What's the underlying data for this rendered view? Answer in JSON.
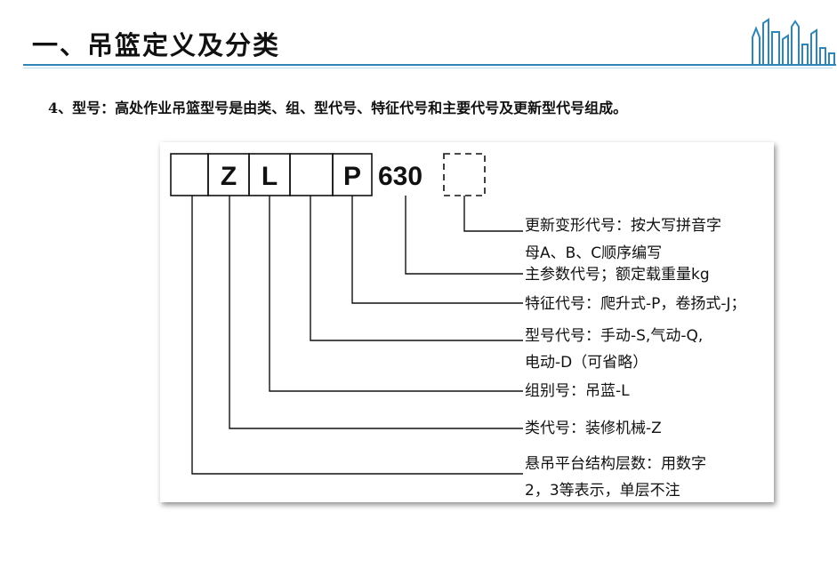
{
  "header": {
    "title": "一、吊篮定义及分类"
  },
  "intro": {
    "text": "4、型号：高处作业吊篮型号是由类、组、型代号、特征代号和主要代号及更新型代号组成。"
  },
  "model_code": {
    "cells": [
      "",
      "Z",
      "L",
      "",
      "P"
    ],
    "suffix": "630",
    "labels": [
      {
        "lines": [
          "更新变形代号：按大写拼音字",
          "母A、B、C顺序编写"
        ]
      },
      {
        "lines": [
          "主参数代号；额定载重量kg"
        ]
      },
      {
        "lines": [
          "特征代号：爬升式-P，卷扬式-J；"
        ]
      },
      {
        "lines": [
          "型号代号：手动-S,气动-Q,",
          "电动-D（可省略）"
        ]
      },
      {
        "lines": [
          "组别号：吊蓝-L"
        ]
      },
      {
        "lines": [
          "类代号：装修机械-Z"
        ]
      },
      {
        "lines": [
          "悬吊平台结构层数：用数字",
          "2，3等表示，单层不注"
        ]
      }
    ]
  },
  "colors": {
    "accent": "#2f86b6",
    "accent_light": "#b9dcef"
  }
}
